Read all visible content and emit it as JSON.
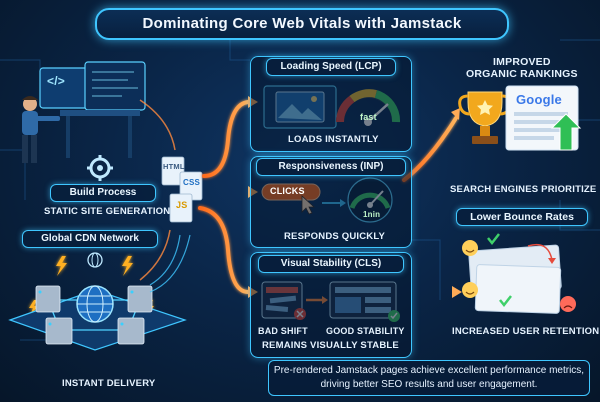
{
  "title": "Dominating Core Web Vitals with Jamstack",
  "left": {
    "build_process": "Build Process",
    "static_generation": "Static Site Generation",
    "code_glyph": "</>",
    "cdn_network": "Global CDN Network",
    "instant_delivery": "Instant Delivery"
  },
  "files": [
    "HTML",
    "CSS",
    "JS"
  ],
  "metrics": {
    "lcp": {
      "header": "Loading Speed (LCP)",
      "gauge_label": "fast",
      "caption": "Loads Instantly"
    },
    "inp": {
      "header": "Responsiveness (INP)",
      "button_label": "CLICKS",
      "gauge_label": "1nin",
      "caption": "Responds Quickly"
    },
    "cls": {
      "header": "Visual Stability (CLS)",
      "bad_label": "Bad Shift",
      "good_label": "Good Stability",
      "caption": "Remains Visually Stable"
    }
  },
  "right": {
    "improved_rankings": "Improved\nOrganic Rankings",
    "google_logo": "Google",
    "search_engines": "Search Engines Prioritize",
    "bounce_header": "Lower Bounce Rates",
    "retention": "Increased User Retention"
  },
  "summary": "Pre-rendered Jamstack pages achieve excellent performance metrics, driving better SEO results and user engagement.",
  "colors": {
    "accent": "#3fc6ff",
    "arrow": "#ff8a3d",
    "background": "#0a2547",
    "bolt": "#ffb020"
  }
}
